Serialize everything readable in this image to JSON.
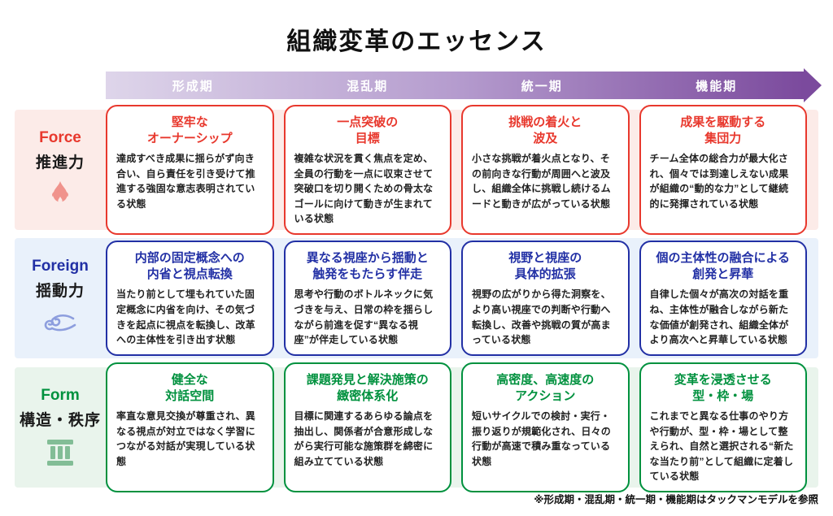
{
  "title": "組織変革のエッセンス",
  "phase_bar": {
    "gradient_start_color": "#ded5ea",
    "gradient_end_color": "#7b4a9d",
    "phases": [
      {
        "label": "形成期"
      },
      {
        "label": "混乱期"
      },
      {
        "label": "統一期"
      },
      {
        "label": "機能期"
      }
    ]
  },
  "rows": [
    {
      "en": "Force",
      "jp": "推進力",
      "icon": "flame-icon",
      "accent_color": "#e8382d",
      "icon_color": "#f0938c",
      "bg_color": "#fcebe8",
      "cards": [
        {
          "title": "堅牢な\nオーナーシップ",
          "body": "達成すべき成果に揺らがず向き合い、自ら責任を引き受けて推進する強固な意志表明されている状態"
        },
        {
          "title": "一点突破の\n目標",
          "body": "複雑な状況を貫く焦点を定め、全員の行動を一点に収束させて突破口を切り開くための骨太なゴールに向けて動きが生まれている状態"
        },
        {
          "title": "挑戦の着火と\n波及",
          "body": "小さな挑戦が着火点となり、その前向きな行動が周囲へと波及し、組織全体に挑戦し続けるムードと動きが広がっている状態"
        },
        {
          "title": "成果を駆動する\n集団力",
          "body": "チーム全体の総合力が最大化され、個々では到達しえない成果が組織の“動的な力”として継続的に発揮されている状態"
        }
      ]
    },
    {
      "en": "Foreign",
      "jp": "揺動力",
      "icon": "wind-icon",
      "accent_color": "#2230a5",
      "icon_color": "#8d9ede",
      "bg_color": "#e9f1fb",
      "cards": [
        {
          "title": "内部の固定概念への\n内省と視点転換",
          "body": "当たり前として埋もれていた固定概念に内省を向け、その気づきを起点に視点を転換し、改革への主体性を引き出す状態"
        },
        {
          "title": "異なる視座から揺動と\n触発をもたらす伴走",
          "body": "思考や行動のボトルネックに気づきを与え、日常の枠を揺らしながら前進を促す“異なる視座”が伴走している状態"
        },
        {
          "title": "視野と視座の\n具体的拡張",
          "body": "視野の広がりから得た洞察を、より高い視座での判断や行動へ転換し、改善や挑戦の質が高まっている状態"
        },
        {
          "title": "個の主体性の融合による\n創発と昇華",
          "body": "自律した個々が高次の対話を重ね、主体性が融合しながら新たな価値が創発され、組織全体がより高次へと昇華している状態"
        }
      ]
    },
    {
      "en": "Form",
      "jp": "構造・秩序",
      "icon": "pillar-icon",
      "accent_color": "#00913e",
      "icon_color": "#82bd96",
      "bg_color": "#e9f4ec",
      "cards": [
        {
          "title": "健全な\n対話空間",
          "body": "率直な意見交換が尊重され、異なる視点が対立ではなく学習につながる対話が実現している状態"
        },
        {
          "title": "課題発見と解決施策の\n緻密体系化",
          "body": "目標に関連するあらゆる論点を抽出し、関係者が合意形成しながら実行可能な施策群を綿密に組み立てている状態"
        },
        {
          "title": "高密度、高速度の\nアクション",
          "body": "短いサイクルでの検討・実行・振り返りが規範化され、日々の行動が高速で積み重なっている状態"
        },
        {
          "title": "変革を浸透させる\n型・枠・場",
          "body": "これまでと異なる仕事のやり方や行動が、型・枠・場として整えられ、自然と選択される“新たな当たり前”として組織に定着している状態"
        }
      ]
    }
  ],
  "footnote": "※形成期・混乱期・統一期・機能期はタックマンモデルを参照"
}
